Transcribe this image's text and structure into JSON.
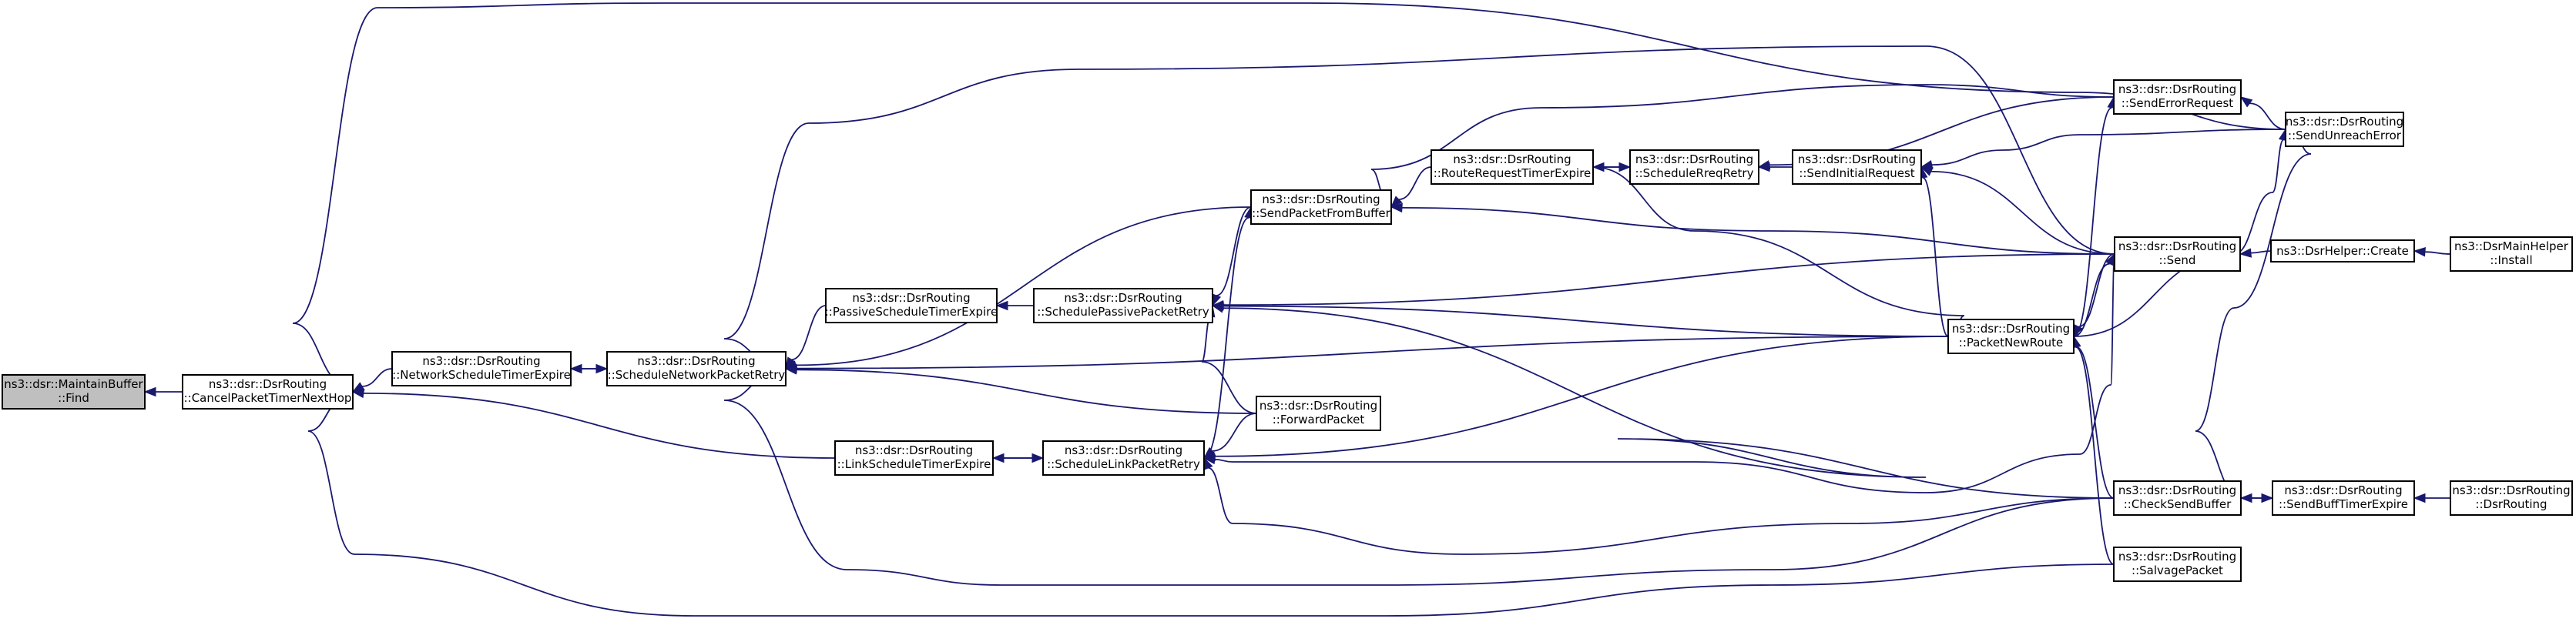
{
  "graph": {
    "nodes": [
      {
        "id": "find",
        "line1": "ns3::dsr::MaintainBuffer",
        "line2": "::Find",
        "focus": true
      },
      {
        "id": "cancel",
        "line1": "ns3::dsr::DsrRouting",
        "line2": "::CancelPacketTimerNextHop"
      },
      {
        "id": "netexp",
        "line1": "ns3::dsr::DsrRouting",
        "line2": "::NetworkScheduleTimerExpire"
      },
      {
        "id": "schednet",
        "line1": "ns3::dsr::DsrRouting",
        "line2": "::ScheduleNetworkPacketRetry"
      },
      {
        "id": "passexp",
        "line1": "ns3::dsr::DsrRouting",
        "line2": "::PassiveScheduleTimerExpire"
      },
      {
        "id": "linkexp",
        "line1": "ns3::dsr::DsrRouting",
        "line2": "::LinkScheduleTimerExpire"
      },
      {
        "id": "schedpass",
        "line1": "ns3::dsr::DsrRouting",
        "line2": "::SchedulePassivePacketRetry"
      },
      {
        "id": "schedlink",
        "line1": "ns3::dsr::DsrRouting",
        "line2": "::ScheduleLinkPacketRetry"
      },
      {
        "id": "sendbuf",
        "line1": "ns3::dsr::DsrRouting",
        "line2": "::SendPacketFromBuffer"
      },
      {
        "id": "forward",
        "line1": "ns3::dsr::DsrRouting",
        "line2": "::ForwardPacket"
      },
      {
        "id": "rreqexp",
        "line1": "ns3::dsr::DsrRouting",
        "line2": "::RouteRequestTimerExpire"
      },
      {
        "id": "schedrreq",
        "line1": "ns3::dsr::DsrRouting",
        "line2": "::ScheduleRreqRetry"
      },
      {
        "id": "sendinit",
        "line1": "ns3::dsr::DsrRouting",
        "line2": "::SendInitialRequest"
      },
      {
        "id": "newroute",
        "line1": "ns3::dsr::DsrRouting",
        "line2": "::PacketNewRoute"
      },
      {
        "id": "senderr",
        "line1": "ns3::dsr::DsrRouting",
        "line2": "::SendErrorRequest"
      },
      {
        "id": "send",
        "line1": "ns3::dsr::DsrRouting",
        "line2": "::Send"
      },
      {
        "id": "checkbuf",
        "line1": "ns3::dsr::DsrRouting",
        "line2": "::CheckSendBuffer"
      },
      {
        "id": "salvage",
        "line1": "ns3::dsr::DsrRouting",
        "line2": "::SalvagePacket"
      },
      {
        "id": "unreach",
        "line1": "ns3::dsr::DsrRouting",
        "line2": "::SendUnreachError"
      },
      {
        "id": "helpercreate",
        "line1": "ns3::DsrHelper::Create",
        "line2": ""
      },
      {
        "id": "buffexp",
        "line1": "ns3::dsr::DsrRouting",
        "line2": "::SendBuffTimerExpire"
      },
      {
        "id": "install",
        "line1": "ns3::DsrMainHelper",
        "line2": "::Install"
      },
      {
        "id": "ctor",
        "line1": "ns3::dsr::DsrRouting",
        "line2": "::DsrRouting"
      }
    ],
    "edges": [
      [
        "cancel",
        "find"
      ],
      [
        "netexp",
        "cancel"
      ],
      [
        "linkexp",
        "cancel"
      ],
      [
        "salvage",
        "cancel"
      ],
      [
        "unreach",
        "cancel"
      ],
      [
        "schednet",
        "netexp"
      ],
      [
        "netexp",
        "schednet"
      ],
      [
        "passexp",
        "schednet"
      ],
      [
        "sendbuf",
        "schednet"
      ],
      [
        "newroute",
        "schednet"
      ],
      [
        "forward",
        "schednet"
      ],
      [
        "send",
        "schednet"
      ],
      [
        "checkbuf",
        "schednet"
      ],
      [
        "schedpass",
        "passexp"
      ],
      [
        "sendbuf",
        "schedpass"
      ],
      [
        "send",
        "schedpass"
      ],
      [
        "newroute",
        "schedpass"
      ],
      [
        "forward",
        "schedpass"
      ],
      [
        "checkbuf",
        "schedpass"
      ],
      [
        "schedlink",
        "linkexp"
      ],
      [
        "linkexp",
        "schedlink"
      ],
      [
        "forward",
        "schedlink"
      ],
      [
        "newroute",
        "schedlink"
      ],
      [
        "checkbuf",
        "schedlink"
      ],
      [
        "send",
        "schedlink"
      ],
      [
        "schedlink",
        "sendbuf"
      ],
      [
        "rreqexp",
        "sendbuf"
      ],
      [
        "send",
        "sendbuf"
      ],
      [
        "senderr",
        "sendbuf"
      ],
      [
        "schedrreq",
        "rreqexp"
      ],
      [
        "rreqexp",
        "schedrreq"
      ],
      [
        "sendinit",
        "schedrreq"
      ],
      [
        "senderr",
        "schedrreq"
      ],
      [
        "send",
        "sendinit"
      ],
      [
        "newroute",
        "sendinit"
      ],
      [
        "unreach",
        "sendinit"
      ],
      [
        "rreqexp",
        "newroute"
      ],
      [
        "send",
        "newroute"
      ],
      [
        "checkbuf",
        "newroute"
      ],
      [
        "salvage",
        "newroute"
      ],
      [
        "newroute",
        "senderr"
      ],
      [
        "unreach",
        "senderr"
      ],
      [
        "helpercreate",
        "send"
      ],
      [
        "newroute",
        "send"
      ],
      [
        "install",
        "helpercreate"
      ],
      [
        "buffexp",
        "checkbuf"
      ],
      [
        "checkbuf",
        "buffexp"
      ],
      [
        "ctor",
        "buffexp"
      ],
      [
        "newroute",
        "unreach"
      ],
      [
        "checkbuf",
        "unreach"
      ]
    ]
  }
}
